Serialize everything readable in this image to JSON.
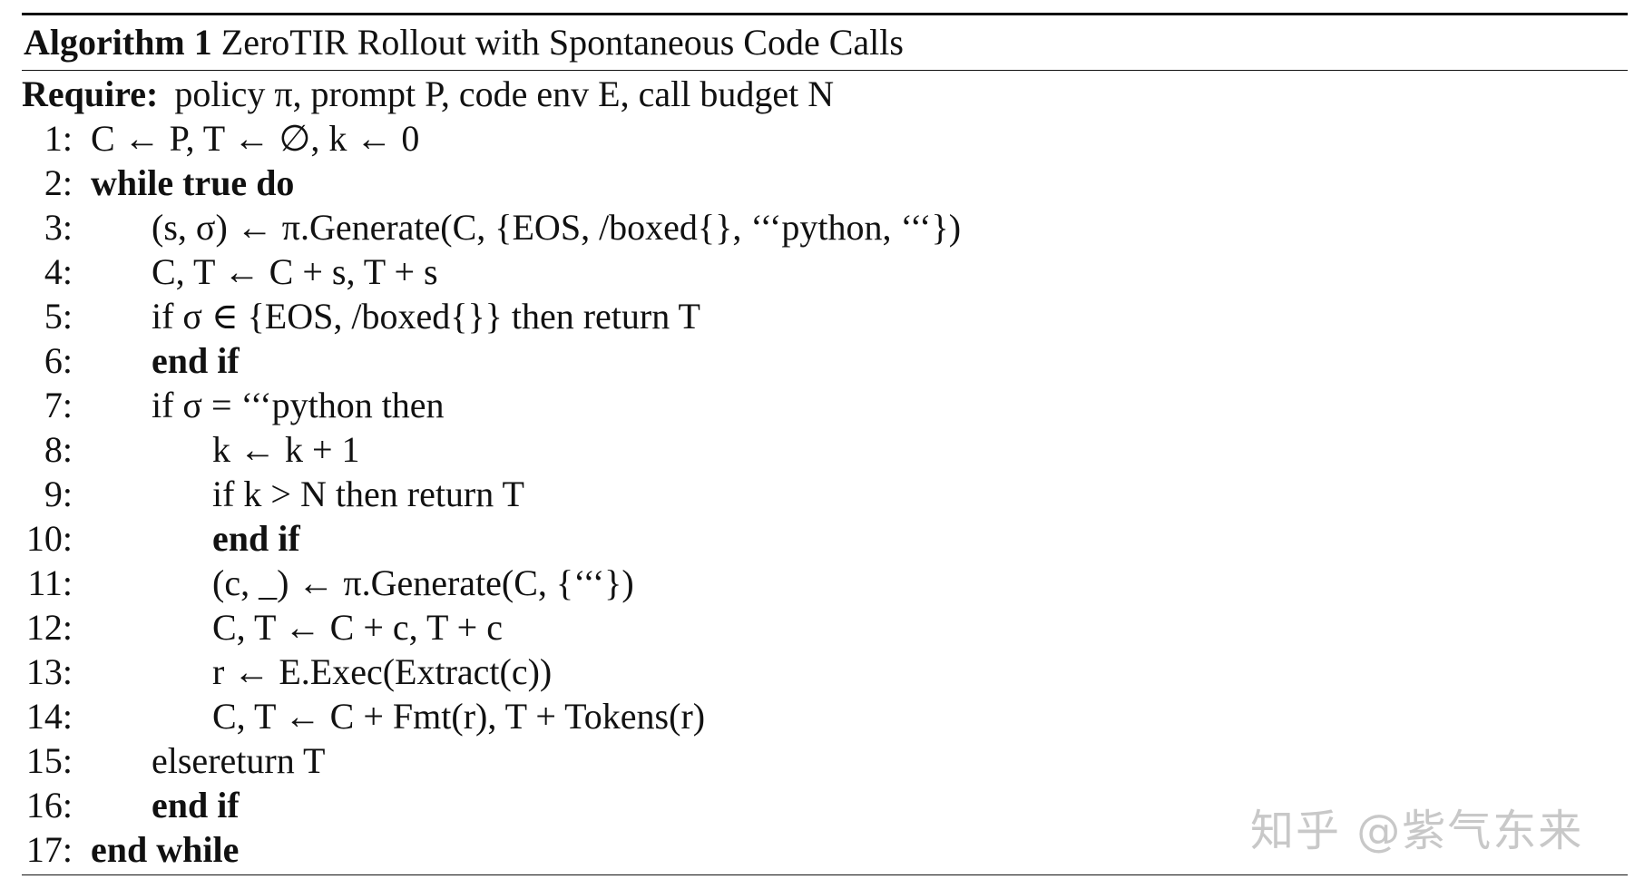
{
  "caption": {
    "label": "Algorithm 1",
    "title": "ZeroTIR Rollout with Spontaneous Code Calls"
  },
  "require": {
    "label": "Require:",
    "text": "policy π, prompt P, code env E, call budget N"
  },
  "lines": [
    {
      "num": "1:",
      "text": "C ← P, T ← ∅,  k ← 0"
    },
    {
      "num": "2:",
      "text": "while true do"
    },
    {
      "num": "3:",
      "text": "(s, σ) ← π.Generate(C, {EOS, /boxed{}, ‘‘‘python, ‘‘‘})"
    },
    {
      "num": "4:",
      "text": "C, T ← C + s,  T + s"
    },
    {
      "num": "5:",
      "text": "if σ ∈ {EOS, /boxed{}} then return T"
    },
    {
      "num": "6:",
      "text": "end if"
    },
    {
      "num": "7:",
      "text": "if σ = ‘‘‘python then"
    },
    {
      "num": "8:",
      "text": "k ← k + 1"
    },
    {
      "num": "9:",
      "text": "if k > N then return T"
    },
    {
      "num": "10:",
      "text": "end if"
    },
    {
      "num": "11:",
      "text": "(c, _) ← π.Generate(C, {‘‘‘})"
    },
    {
      "num": "12:",
      "text": "C, T ← C + c,  T + c"
    },
    {
      "num": "13:",
      "text": "r ← E.Exec(Extract(c))"
    },
    {
      "num": "14:",
      "text": "C, T ← C + Fmt(r),  T + Tokens(r)"
    },
    {
      "num": "15:",
      "text": "elsereturn T"
    },
    {
      "num": "16:",
      "text": "end if"
    },
    {
      "num": "17:",
      "text": "end while"
    }
  ],
  "watermark": "知乎 @紫气东来"
}
